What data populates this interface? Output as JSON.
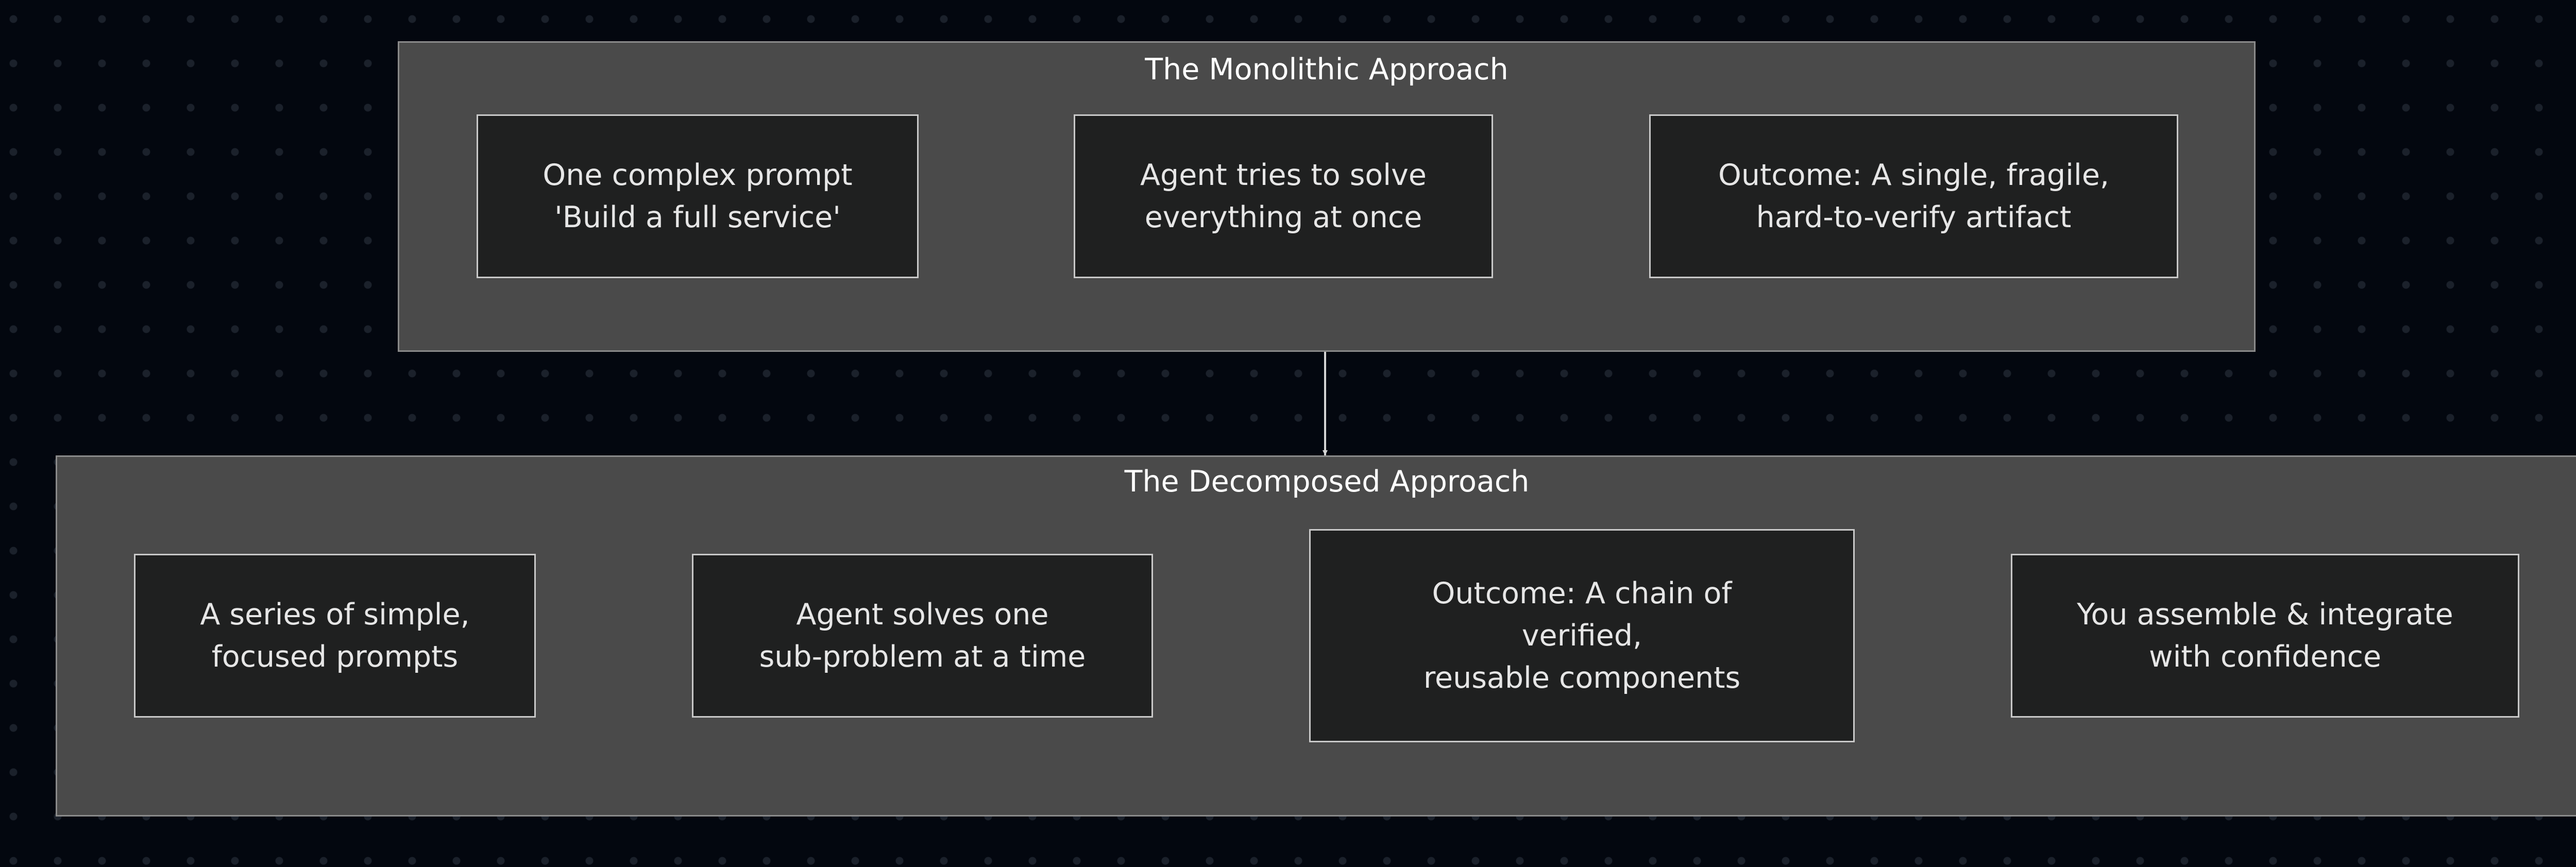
{
  "diagram": {
    "groups": {
      "monolithic": {
        "title": "The Monolithic Approach",
        "nodes": [
          "One complex prompt\n'Build a full service'",
          "Agent tries to solve\neverything at once",
          "Outcome: A single, fragile,\nhard-to-verify artifact"
        ]
      },
      "decomposed": {
        "title": "The Decomposed Approach",
        "nodes": [
          "A series of simple,\nfocused prompts",
          "Agent solves one\nsub-problem at a time",
          "Outcome: A chain of\nverified,\nreusable components",
          "You assemble & integrate\nwith confidence"
        ]
      }
    },
    "colors": {
      "background": "#03070f",
      "cluster_fill": "#4a4a4a",
      "node_fill": "#1f2020",
      "edge": "#d4d4d4"
    }
  }
}
